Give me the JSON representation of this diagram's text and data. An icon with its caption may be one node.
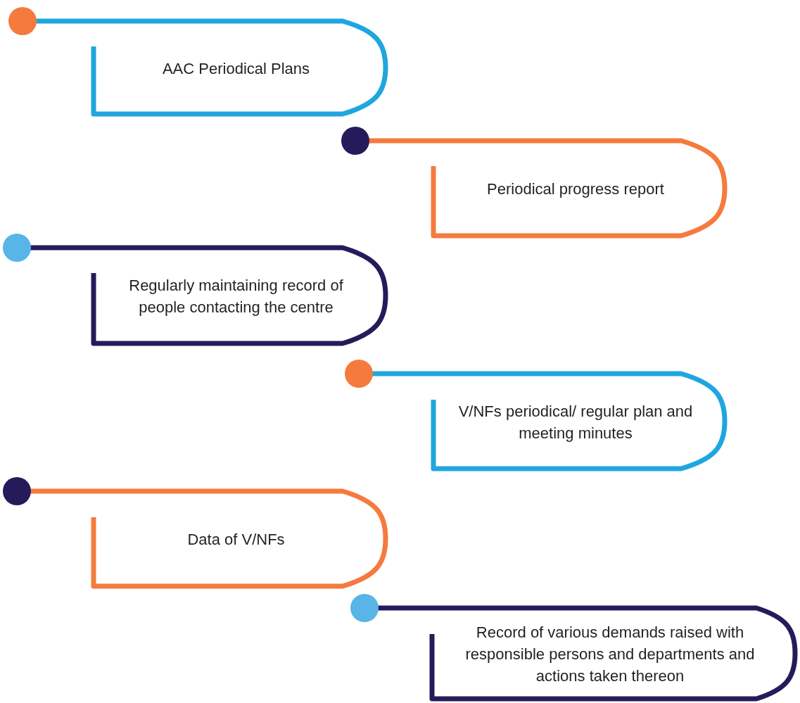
{
  "diagram": {
    "nodes": [
      {
        "text": [
          "AAC Periodical Plans"
        ]
      },
      {
        "text": [
          "Periodical progress report"
        ]
      },
      {
        "text": [
          "Regularly maintaining record of people contacting the centre"
        ]
      },
      {
        "text": [
          "V/NFs periodical/ regular plan and meeting minutes"
        ]
      },
      {
        "text": [
          "Data of V/NFs"
        ]
      },
      {
        "text": [
          "Record of various demands raised with responsible persons and departments and actions taken thereon"
        ]
      }
    ]
  }
}
